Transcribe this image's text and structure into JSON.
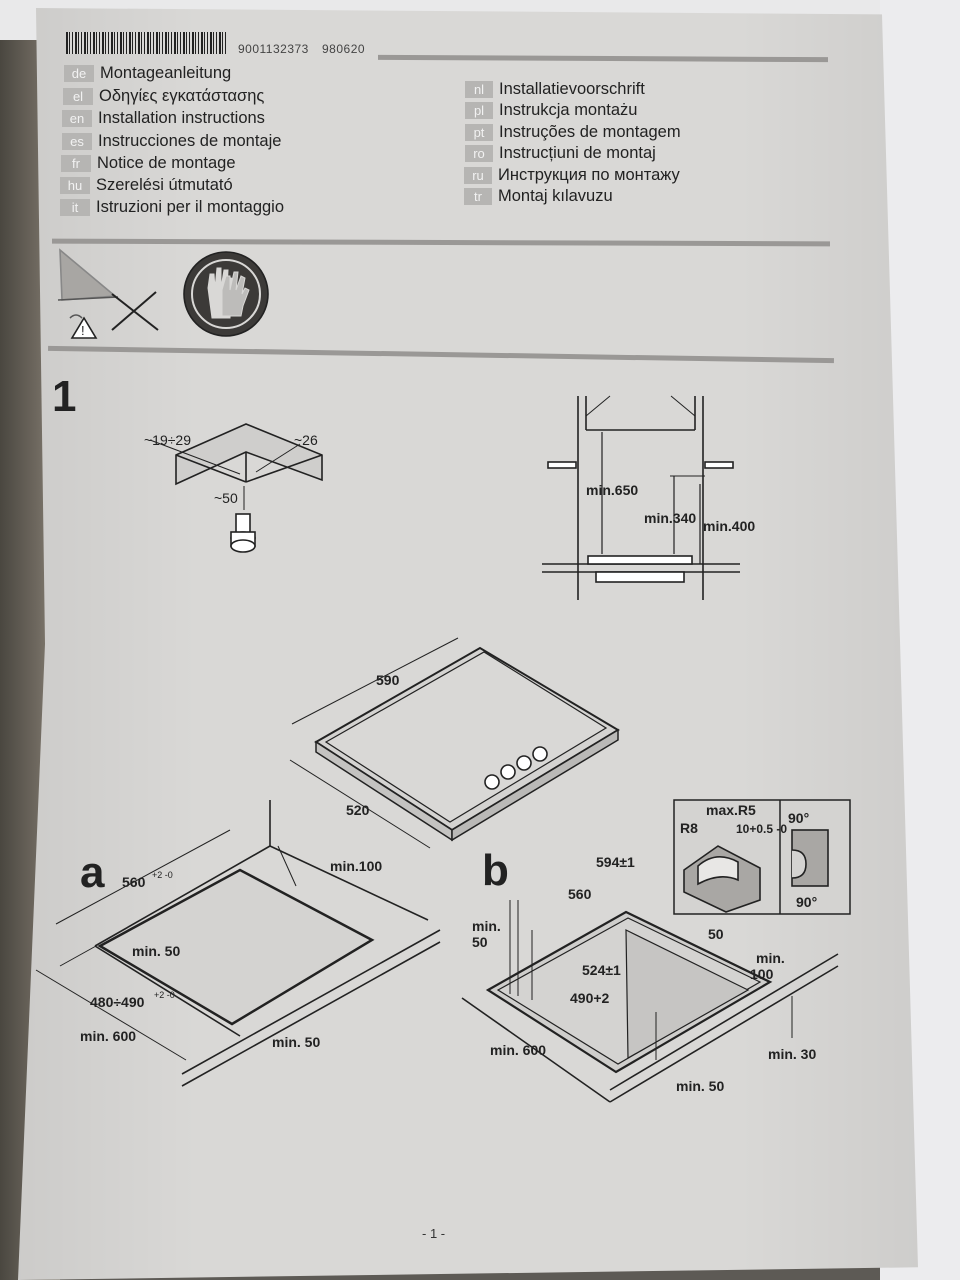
{
  "header": {
    "code1": "9001132373",
    "code2": "980620"
  },
  "languages_left": [
    {
      "tag": "de",
      "text": "Montageanleitung"
    },
    {
      "tag": "el",
      "text": "Οδηγίες εγκατάστασης"
    },
    {
      "tag": "en",
      "text": "Installation instructions"
    },
    {
      "tag": "es",
      "text": "Instrucciones de montaje"
    },
    {
      "tag": "fr",
      "text": "Notice de montage"
    },
    {
      "tag": "hu",
      "text": "Szerelési útmutató"
    },
    {
      "tag": "it",
      "text": "Istruzioni per il montaggio"
    }
  ],
  "languages_right": [
    {
      "tag": "nl",
      "text": "Installatievoorschrift"
    },
    {
      "tag": "pl",
      "text": "Instrukcja montażu"
    },
    {
      "tag": "pt",
      "text": "Instruções de montagem"
    },
    {
      "tag": "ro",
      "text": "Instrucțiuni de montaj"
    },
    {
      "tag": "ru",
      "text": "Инструкция по монтажу"
    },
    {
      "tag": "tr",
      "text": "Montaj kılavuzu"
    }
  ],
  "step": "1",
  "fixing": {
    "left": "~19÷29",
    "right": "~26",
    "depth": "~50"
  },
  "clearance": {
    "min650": "min.650",
    "min340": "min.340",
    "min400": "min.400"
  },
  "hob": {
    "width": "590",
    "depth": "520"
  },
  "cutout_a": {
    "letter": "a",
    "d560": "560",
    "d560_tol": "+2 -0",
    "min100": "min.100",
    "min50_inner": "min. 50",
    "d480": "480÷490",
    "d480_tol": "+2 -0",
    "min600": "min. 600",
    "min50": "min. 50"
  },
  "cutout_b": {
    "letter": "b",
    "d594": "594±1",
    "d560": "560",
    "maxR5": "max.R5",
    "R8": "R8",
    "d10": "10+0.5 -0",
    "deg90a": "90°",
    "deg90b": "90°",
    "min50a": "min.",
    "min50a2": "50",
    "d50": "50",
    "d524": "524±1",
    "d490": "490+2",
    "min100a": "min.",
    "min100b": "100",
    "min600": "min. 600",
    "min30": "min. 30",
    "min50b": "min. 50"
  },
  "footer": "- 1 -"
}
